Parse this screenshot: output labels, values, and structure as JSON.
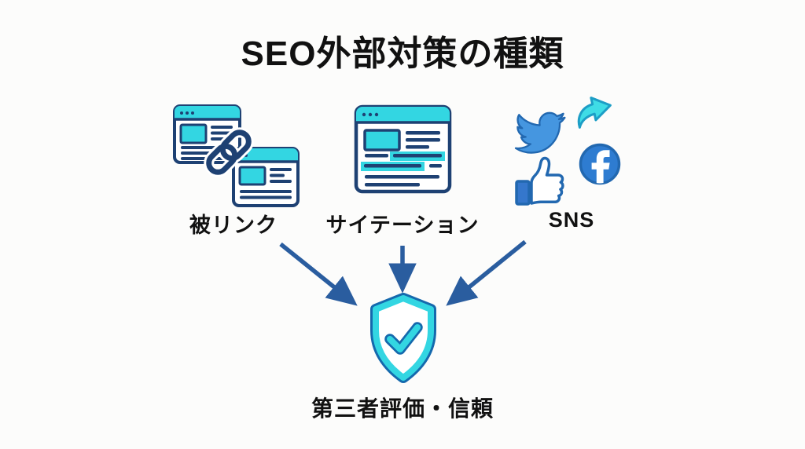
{
  "title": "SEO外部対策の種類",
  "sources": [
    {
      "label": "被リンク",
      "icon": "backlink-windows-icon"
    },
    {
      "label": "サイテーション",
      "icon": "citation-window-icon"
    },
    {
      "label": "SNS",
      "icon": "sns-social-icons"
    }
  ],
  "result": {
    "label": "第三者評価・信頼",
    "icon": "shield-check-icon"
  },
  "arrows": {
    "count": 3,
    "direction": "sources-to-result"
  },
  "colors": {
    "bg": "#fcfcfb",
    "navy": "#1e4173",
    "cyan": "#33d6e2",
    "arrow": "#2a5d9f",
    "twitter": "#4596e0",
    "twitter-outline": "#2268b0",
    "facebook": "#2e7cd1",
    "share": "#3fdce6",
    "share-outline": "#1d9ec6",
    "like": "#3577cc",
    "shield-outline": "#1569ad",
    "text": "#111111"
  }
}
